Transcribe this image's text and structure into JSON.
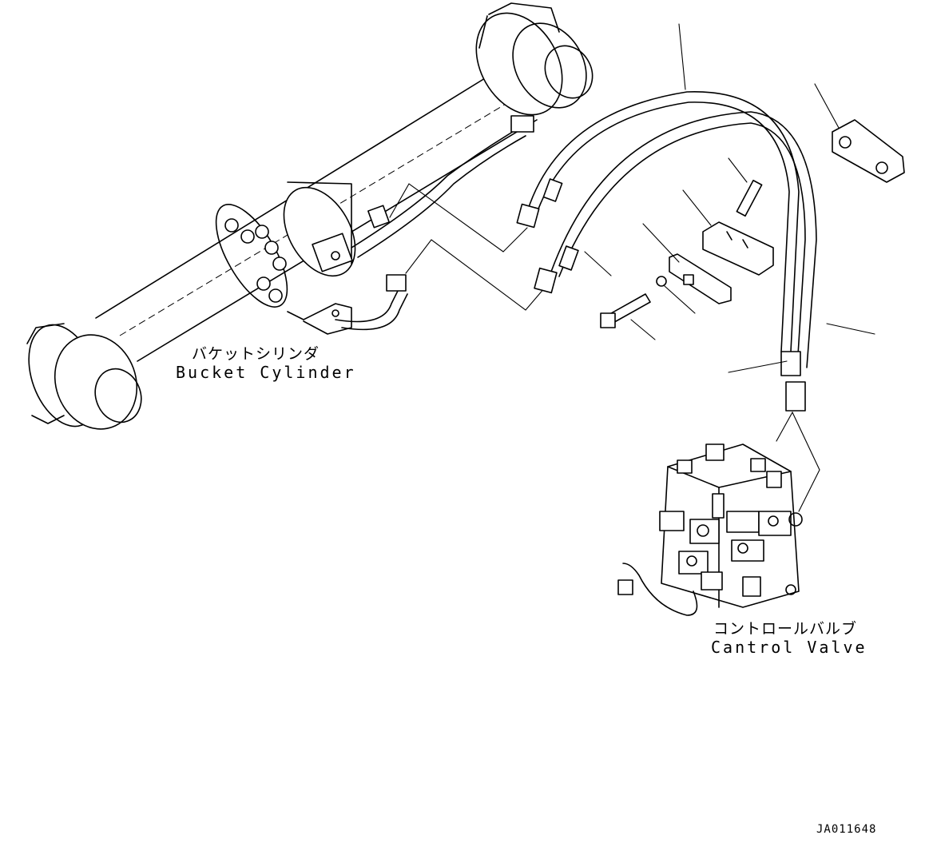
{
  "labels": {
    "bucket_cylinder_jp": "バケットシリンダ",
    "bucket_cylinder_en": "Bucket Cylinder",
    "control_valve_jp": "コントロールバルブ",
    "control_valve_en": "Cantrol Valve",
    "drawing_ref": "JA011648"
  },
  "icons": {
    "cylinder": "bucket-cylinder-icon",
    "hoses": "hydraulic-hose-icon",
    "valve": "control-valve-icon",
    "clamp": "hose-clamp-icon",
    "bolt": "bolt-icon"
  },
  "colors": {
    "line": "#000000",
    "background": "#ffffff"
  }
}
